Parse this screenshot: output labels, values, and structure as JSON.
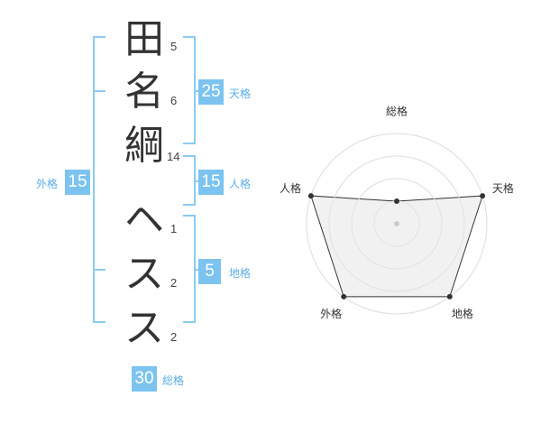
{
  "name_chars": [
    {
      "char": "田",
      "strokes": "5"
    },
    {
      "char": "名",
      "strokes": "6"
    },
    {
      "char": "綱",
      "strokes": "14"
    },
    {
      "char": "ヘ",
      "strokes": "1"
    },
    {
      "char": "ス",
      "strokes": "2"
    },
    {
      "char": "ス",
      "strokes": "2"
    }
  ],
  "kaku": {
    "tenkaku": {
      "value": "25",
      "label": "天格"
    },
    "jinkaku": {
      "value": "15",
      "label": "人格"
    },
    "chikaku": {
      "value": "5",
      "label": "地格"
    },
    "gaikaku": {
      "value": "15",
      "label": "外格"
    },
    "soukaku": {
      "value": "30",
      "label": "総格"
    }
  },
  "colors": {
    "accent": "#7cc3ef",
    "bracket": "#8ccbf0",
    "text": "#333333"
  },
  "chart_data": {
    "type": "radar",
    "axes": [
      "総格",
      "天格",
      "地格",
      "外格",
      "人格"
    ],
    "values": [
      1,
      4,
      4,
      4,
      4
    ],
    "rmax": 4,
    "rings": 4,
    "fill_color": "#eeeeee",
    "line_color": "#333333"
  }
}
